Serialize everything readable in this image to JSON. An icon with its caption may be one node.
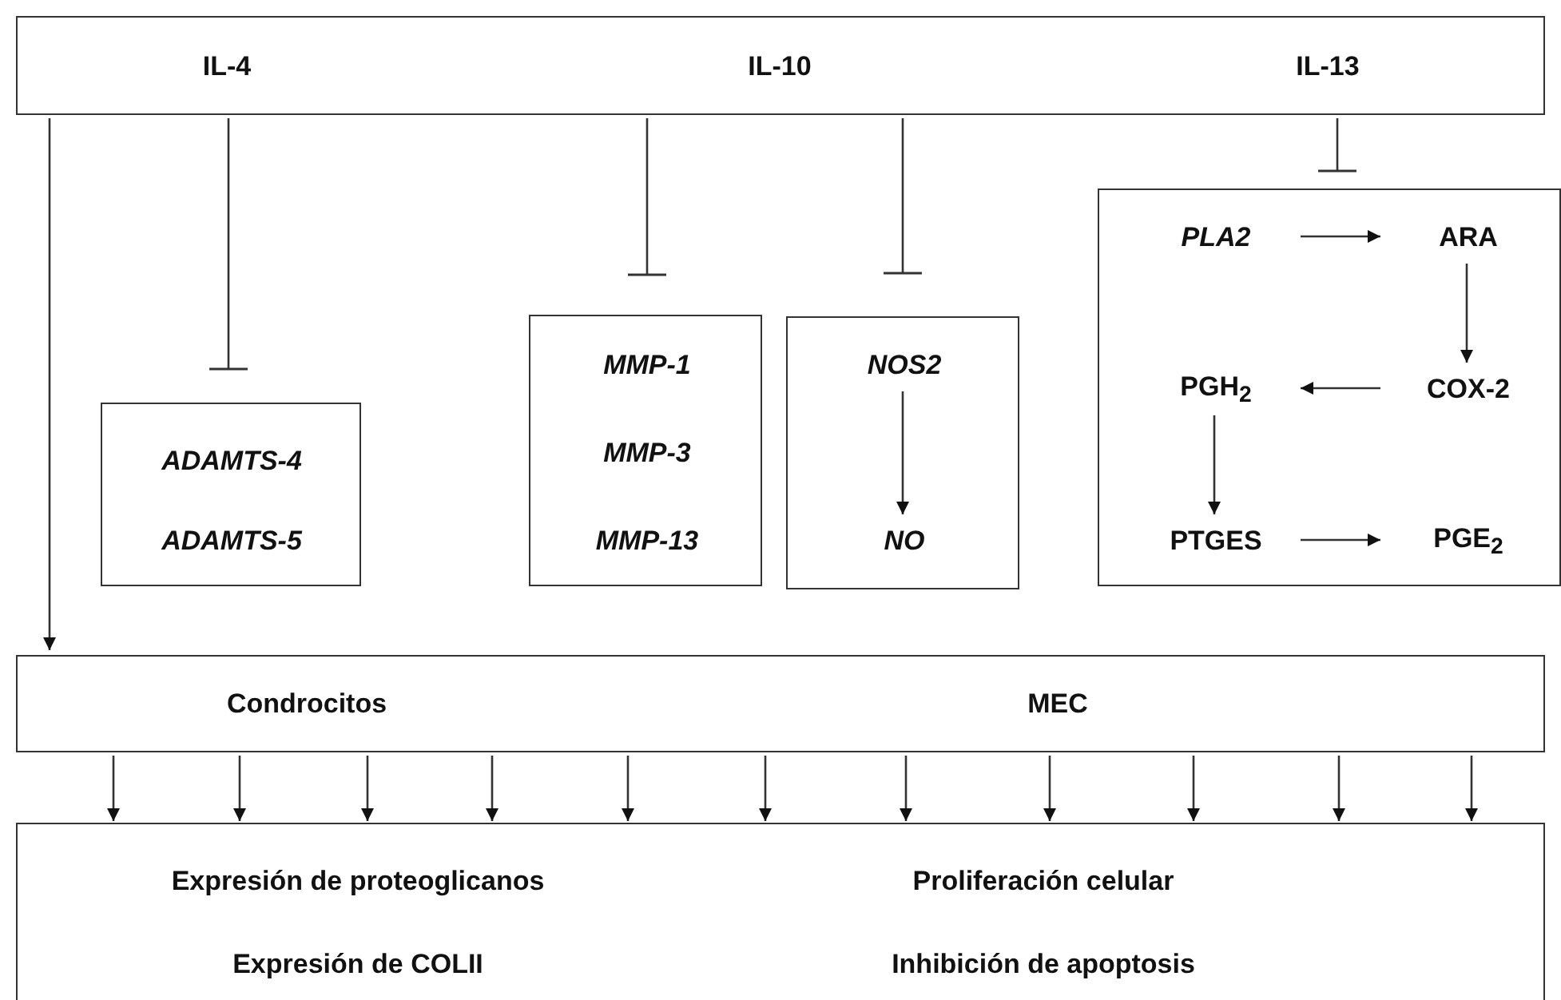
{
  "diagram": {
    "nodes": [
      {
        "text": [
          "IL-4",
          "IL-10",
          "IL-13"
        ]
      },
      {
        "text": [
          "ADAMTS-4",
          "ADAMTS-5"
        ]
      },
      {
        "text": [
          "MMP-1",
          "MMP-3",
          "MMP-13"
        ]
      },
      {
        "text": [],
        "shape": "box"
      },
      {
        "text": [
          "NOS2"
        ],
        "in": 3
      },
      {
        "text": [
          "NO"
        ],
        "in": 3
      },
      {
        "text": [],
        "shape": "box"
      },
      {
        "text": [
          "PLA2"
        ],
        "in": 6
      },
      {
        "text": [
          "ARA"
        ],
        "in": 6
      },
      {
        "text": [
          "COX-2"
        ],
        "in": 6
      },
      {
        "text": [
          "PGH$_{2}$"
        ],
        "in": 6
      },
      {
        "text": [
          "PTGES"
        ],
        "in": 6
      },
      {
        "text": [
          "PGE$_{2}$"
        ],
        "in": 6
      },
      {
        "text": [
          "Condrocitos",
          "MEC"
        ]
      },
      {
        "text": [
          "Expresión de proteoglicanos",
          "Proliferación celular",
          "Expresión de COLII",
          "Inhibición de apoptosis"
        ]
      }
    ],
    "edges": [
      {
        "from": 0,
        "to": 13,
        "arrow": "to"
      },
      {
        "from": 0,
        "to": 1,
        "arrow": "other"
      },
      {
        "from": 0,
        "to": 2,
        "arrow": "other"
      },
      {
        "from": 0,
        "to": 3,
        "arrow": "other"
      },
      {
        "from": 0,
        "to": 6,
        "arrow": "other"
      },
      {
        "from": 4,
        "to": 5,
        "arrow": "to"
      },
      {
        "from": 7,
        "to": 8,
        "arrow": "to"
      },
      {
        "from": 8,
        "to": 9,
        "arrow": "to"
      },
      {
        "from": 9,
        "to": 10,
        "arrow": "to"
      },
      {
        "from": 10,
        "to": 11,
        "arrow": "to"
      },
      {
        "from": 11,
        "to": 12,
        "arrow": "to"
      },
      {
        "from": 13,
        "to": 14,
        "arrow": "to"
      },
      {
        "from": 13,
        "to": 14,
        "arrow": "to"
      },
      {
        "from": 13,
        "to": 14,
        "arrow": "to"
      },
      {
        "from": 13,
        "to": 14,
        "arrow": "to"
      },
      {
        "from": 13,
        "to": 14,
        "arrow": "to"
      },
      {
        "from": 13,
        "to": 14,
        "arrow": "to"
      },
      {
        "from": 13,
        "to": 14,
        "arrow": "to"
      },
      {
        "from": 13,
        "to": 14,
        "arrow": "to"
      },
      {
        "from": 13,
        "to": 14,
        "arrow": "to"
      },
      {
        "from": 13,
        "to": 14,
        "arrow": "to"
      },
      {
        "from": 13,
        "to": 14,
        "arrow": "to"
      }
    ]
  }
}
